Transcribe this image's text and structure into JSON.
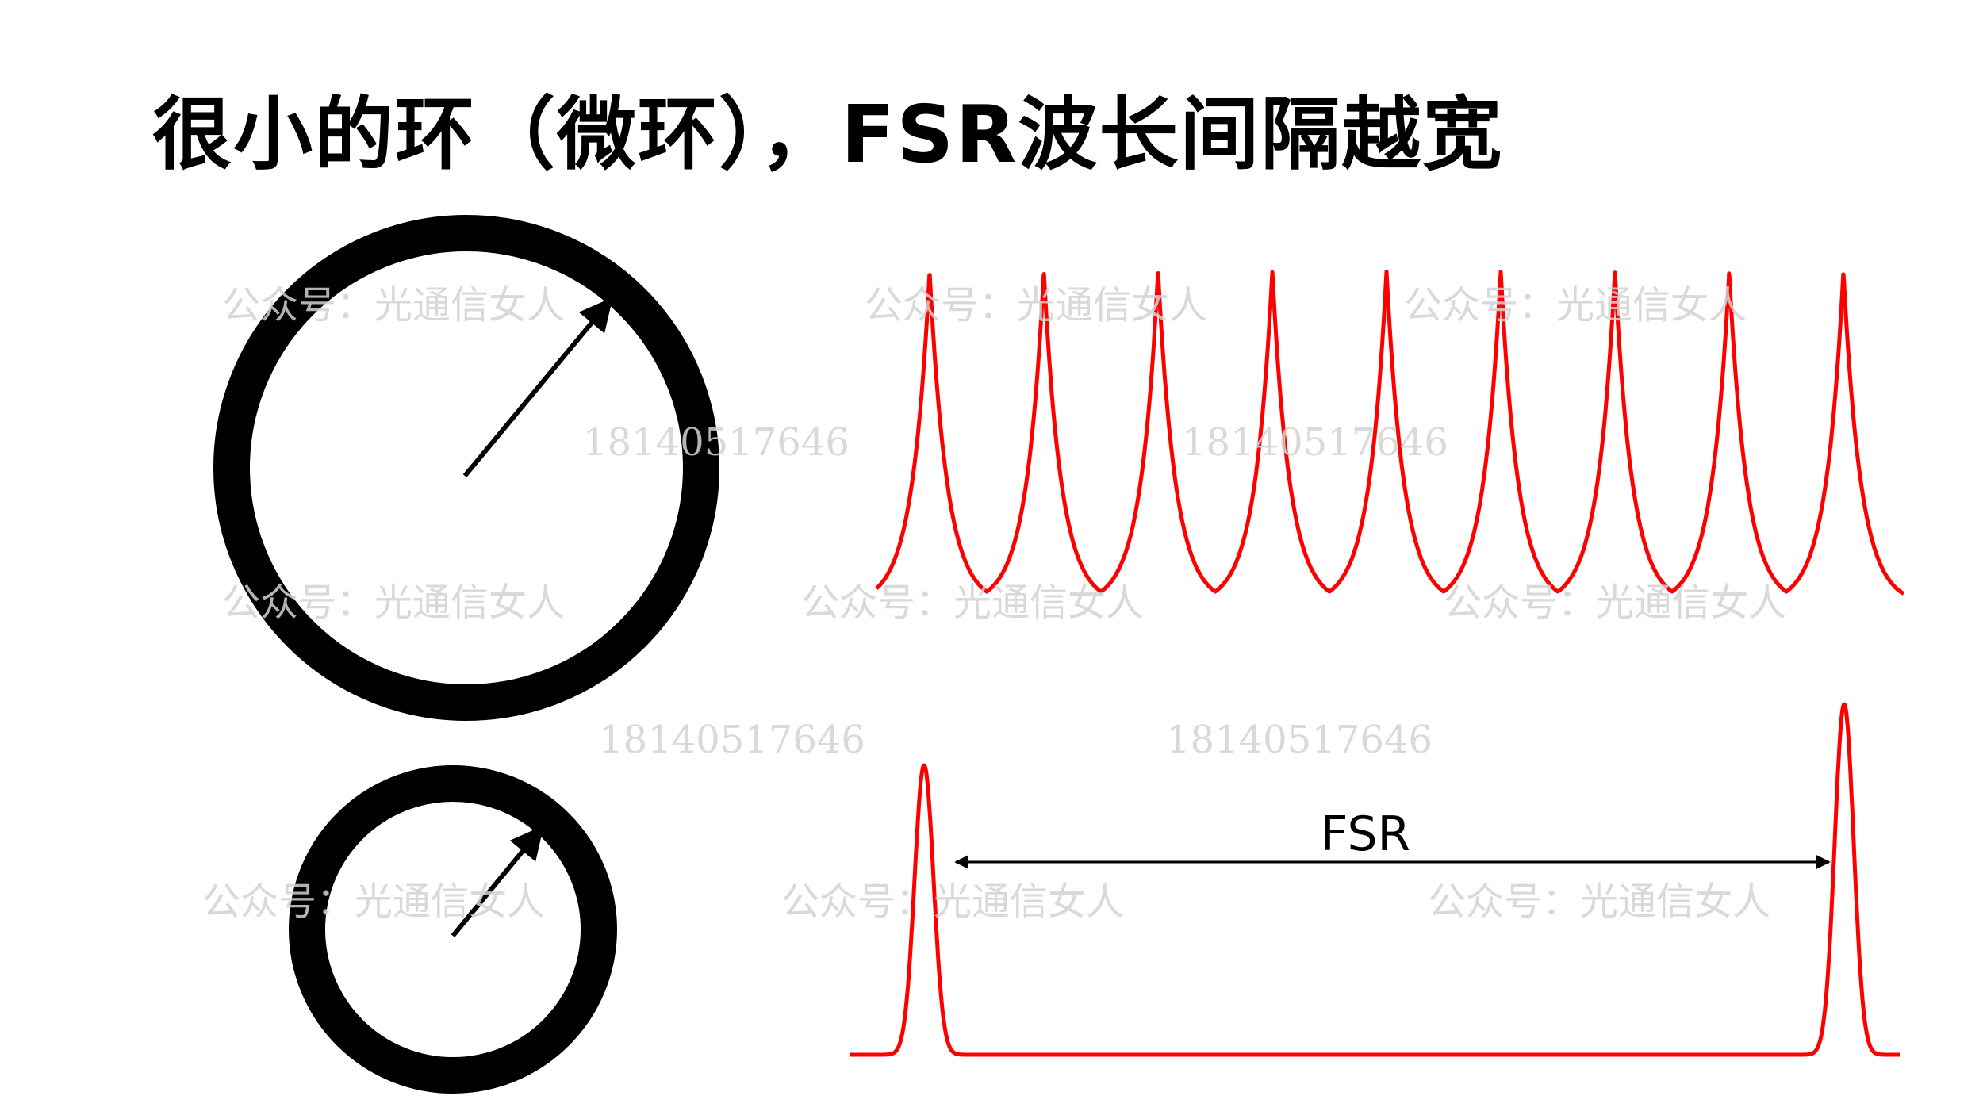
{
  "title": "很小的环（微环），FSR波长间隔越宽",
  "fsr_label": "FSR",
  "watermarks": {
    "account": "公众号：光通信女人",
    "phone": "18140517646"
  },
  "colors": {
    "ring": "#000000",
    "spectrum": "#ff0000",
    "watermark": "#d3d3d3"
  }
}
